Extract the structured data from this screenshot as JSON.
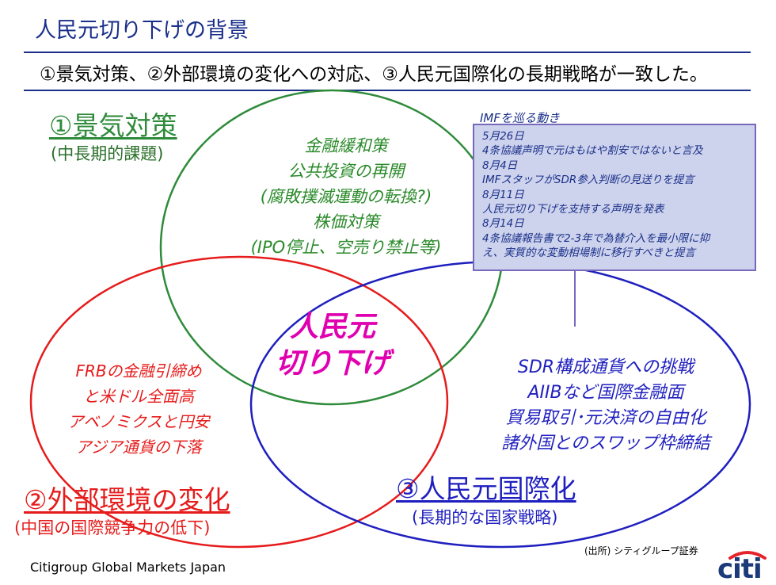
{
  "slide": {
    "title": "人民元切り下げの背景",
    "subtitle": "①景気対策、②外部環境の変化への対応、③人民元国際化の長期戦略が一致した。"
  },
  "diagram": {
    "circles": [
      {
        "id": "green",
        "color": "#2e8b3a",
        "heading": "①景気対策",
        "subheading": "(中長期的課題)",
        "bullets": [
          "金融緩和策",
          "公共投資の再開",
          "(腐敗撲滅運動の転換?)",
          "株価対策",
          "(IPO停止、空売り禁止等)"
        ]
      },
      {
        "id": "red",
        "color": "#e61b1b",
        "heading": "②外部環境の変化",
        "subheading": "(中国の国際競争力の低下)",
        "bullets": [
          "FRBの金融引締め",
          "と米ドル全面高",
          "アベノミクスと円安",
          "アジア通貨の下落"
        ]
      },
      {
        "id": "blue",
        "color": "#1f1fbf",
        "heading": "③人民元国際化",
        "subheading": "(長期的な国家戦略)",
        "bullets": [
          "SDR構成通貨への挑戦",
          "AIIBなど国際金融面",
          "貿易取引･元決済の自由化",
          "諸外国とのスワップ枠締結"
        ]
      }
    ],
    "center": {
      "line1": "人民元",
      "line2": "切り下げ",
      "color": "#e000b0"
    }
  },
  "imf": {
    "caption": "IMFを巡る動き",
    "events": [
      {
        "date": "5月26日",
        "text": "4条協議声明で元はもはや割安ではないと言及"
      },
      {
        "date": "8月4日",
        "text": "IMFスタッフがSDR参入判断の見送りを提言"
      },
      {
        "date": "8月11日",
        "text": "人民元切り下げを支持する声明を発表"
      },
      {
        "date": "8月14日",
        "text_line1": "4条協議報告書で2-3年で為替介入を最小限に抑",
        "text_line2": "え、実質的な変動相場制に移行すべきと提言"
      }
    ]
  },
  "source": "(出所) シティグループ証券",
  "footer": "Citigroup Global Markets Japan",
  "logo": {
    "text": "citi",
    "arc_color": "#e5232b",
    "text_color": "#1b3a7a"
  },
  "colors": {
    "title": "#1a2f8a",
    "rule": "#1a2f8a",
    "imf_box_fill": "#cdd3ec",
    "imf_box_border": "#7868bb"
  }
}
